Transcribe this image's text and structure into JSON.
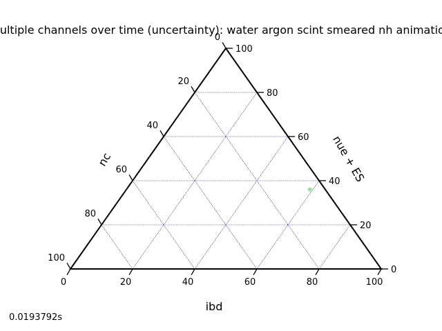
{
  "chart_data": {
    "type": "scatter",
    "subtype": "ternary",
    "title": "Multiple channels over time (uncertainty): water argon scint smeared nh animation",
    "axes": {
      "bottom": {
        "label": "ibd",
        "ticks": [
          0,
          20,
          40,
          60,
          80,
          100
        ]
      },
      "right": {
        "label": "nue + ES",
        "ticks": [
          0,
          20,
          40,
          60,
          80,
          100
        ]
      },
      "left": {
        "label": "nc",
        "ticks": [
          0,
          20,
          40,
          60,
          80,
          100
        ]
      }
    },
    "scale": 100,
    "grid": true,
    "grid_color": "#00008b",
    "frame_color": "#000000",
    "points": [
      {
        "ibd": 59,
        "nue_es": 36,
        "nc": 5,
        "color": "#90ee90"
      }
    ],
    "annotation": "0.0193792s"
  }
}
